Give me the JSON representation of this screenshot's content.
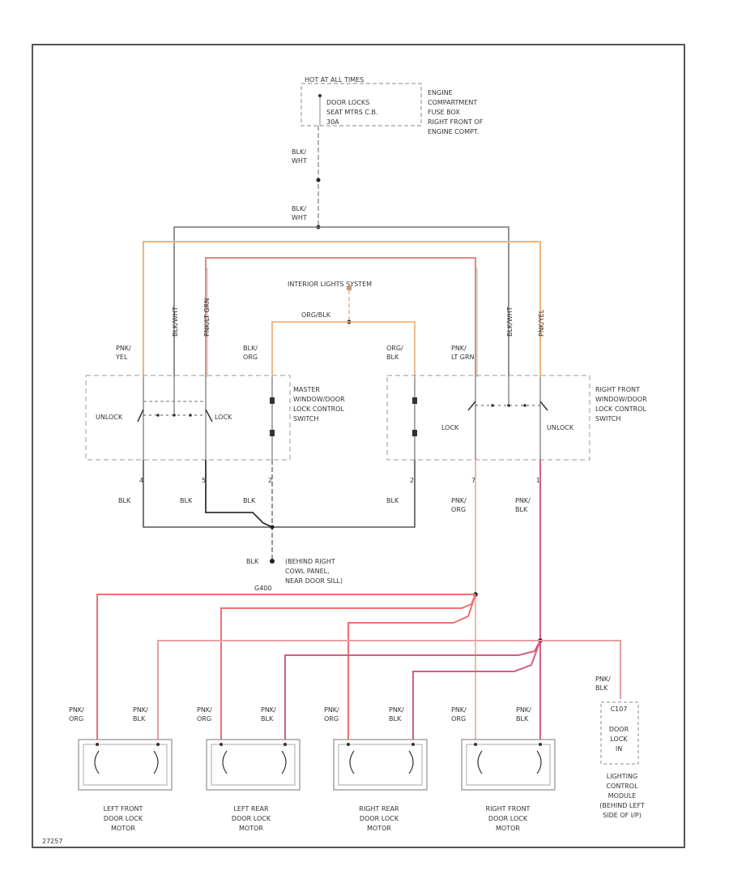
{
  "colors": {
    "frame": "#555555",
    "gray_wire": "#777777",
    "orange_wire": "#f2b27a",
    "pink_wire": "#e8a0a0",
    "red_wire": "#f07070",
    "light_orange": "#f6b7a0",
    "magenta_wire": "#d06080",
    "green_wire": "#a8c080"
  },
  "fuse": {
    "hot_label": "HOT AT ALL TIMES",
    "lines": [
      "DOOR LOCKS",
      "SEAT MTRS C.B.",
      "30A"
    ]
  },
  "fuse_box": {
    "lines": [
      "ENGINE",
      "COMPARTMENT",
      "FUSE BOX",
      "RIGHT FRONT OF",
      "ENGINE COMPT."
    ]
  },
  "wires": {
    "blk_wht_1": [
      "BLK/",
      "WHT"
    ],
    "blk_wht_2": [
      "BLK/",
      "WHT"
    ],
    "interior": "INTERIOR LIGHTS SYSTEM",
    "org_blk_mid": "ORG/BLK",
    "pnk_yel": [
      "PNK/",
      "YEL"
    ],
    "blk_org_left": [
      "BLK/",
      "ORG"
    ],
    "org_blk_right": [
      "ORG/",
      "BLK"
    ],
    "pnk_ltgrn": [
      "PNK/",
      "LT GRN"
    ],
    "vert_1": "BLK/WHT",
    "vert_2": "PNK/LT GRN",
    "vert_3": "BLK/WHT",
    "vert_4": "PNK/YEL",
    "pnk_org": [
      "PNK/",
      "ORG"
    ],
    "pnk_blk": [
      "PNK/",
      "BLK"
    ],
    "blk_a": "BLK",
    "blk_b": "BLK",
    "blk_c": "BLK",
    "blk_d": "BLK",
    "blk_ground": "BLK"
  },
  "pins": {
    "p4": "4",
    "p5": "5",
    "p2": "2",
    "p2b": "2",
    "p7": "7",
    "p1": "1"
  },
  "master_switch": {
    "unlock": "UNLOCK",
    "lock": "LOCK",
    "lines": [
      "MASTER",
      "WINDOW/DOOR",
      "LOCK CONTROL",
      "SWITCH"
    ]
  },
  "right_switch": {
    "lock": "LOCK",
    "unlock": "UNLOCK",
    "lines": [
      "RIGHT FRONT",
      "WINDOW/DOOR",
      "LOCK CONTROL",
      "SWITCH"
    ]
  },
  "ground": {
    "id": "G400",
    "lines": [
      "(BEHIND RIGHT",
      "COWL PANEL,",
      "NEAR DOOR SILL)"
    ]
  },
  "motors": [
    {
      "wire_left": [
        "PNK/",
        "ORG"
      ],
      "wire_right": [
        "PNK/",
        "BLK"
      ],
      "name": [
        "LEFT FRONT",
        "DOOR LOCK",
        "MOTOR"
      ]
    },
    {
      "wire_left": [
        "PNK/",
        "ORG"
      ],
      "wire_right": [
        "PNK/",
        "BLK"
      ],
      "name": [
        "LEFT REAR",
        "DOOR LOCK",
        "MOTOR"
      ]
    },
    {
      "wire_left": [
        "PNK/",
        "ORG"
      ],
      "wire_right": [
        "PNK/",
        "BLK"
      ],
      "name": [
        "RIGHT REAR",
        "DOOR LOCK",
        "MOTOR"
      ]
    },
    {
      "wire_left": [
        "PNK/",
        "ORG"
      ],
      "wire_right": [
        "PNK/",
        "BLK"
      ],
      "name": [
        "RIGHT FRONT",
        "DOOR LOCK",
        "MOTOR"
      ]
    }
  ],
  "module": {
    "wire": [
      "PNK/",
      "BLK"
    ],
    "inner": [
      "C107",
      "DOOR",
      "LOCK",
      "IN"
    ],
    "lines": [
      "LIGHTING",
      "CONTROL",
      "MODULE",
      "(BEHIND LEFT",
      "SIDE OF I/P)"
    ]
  },
  "footer_id": "27257"
}
